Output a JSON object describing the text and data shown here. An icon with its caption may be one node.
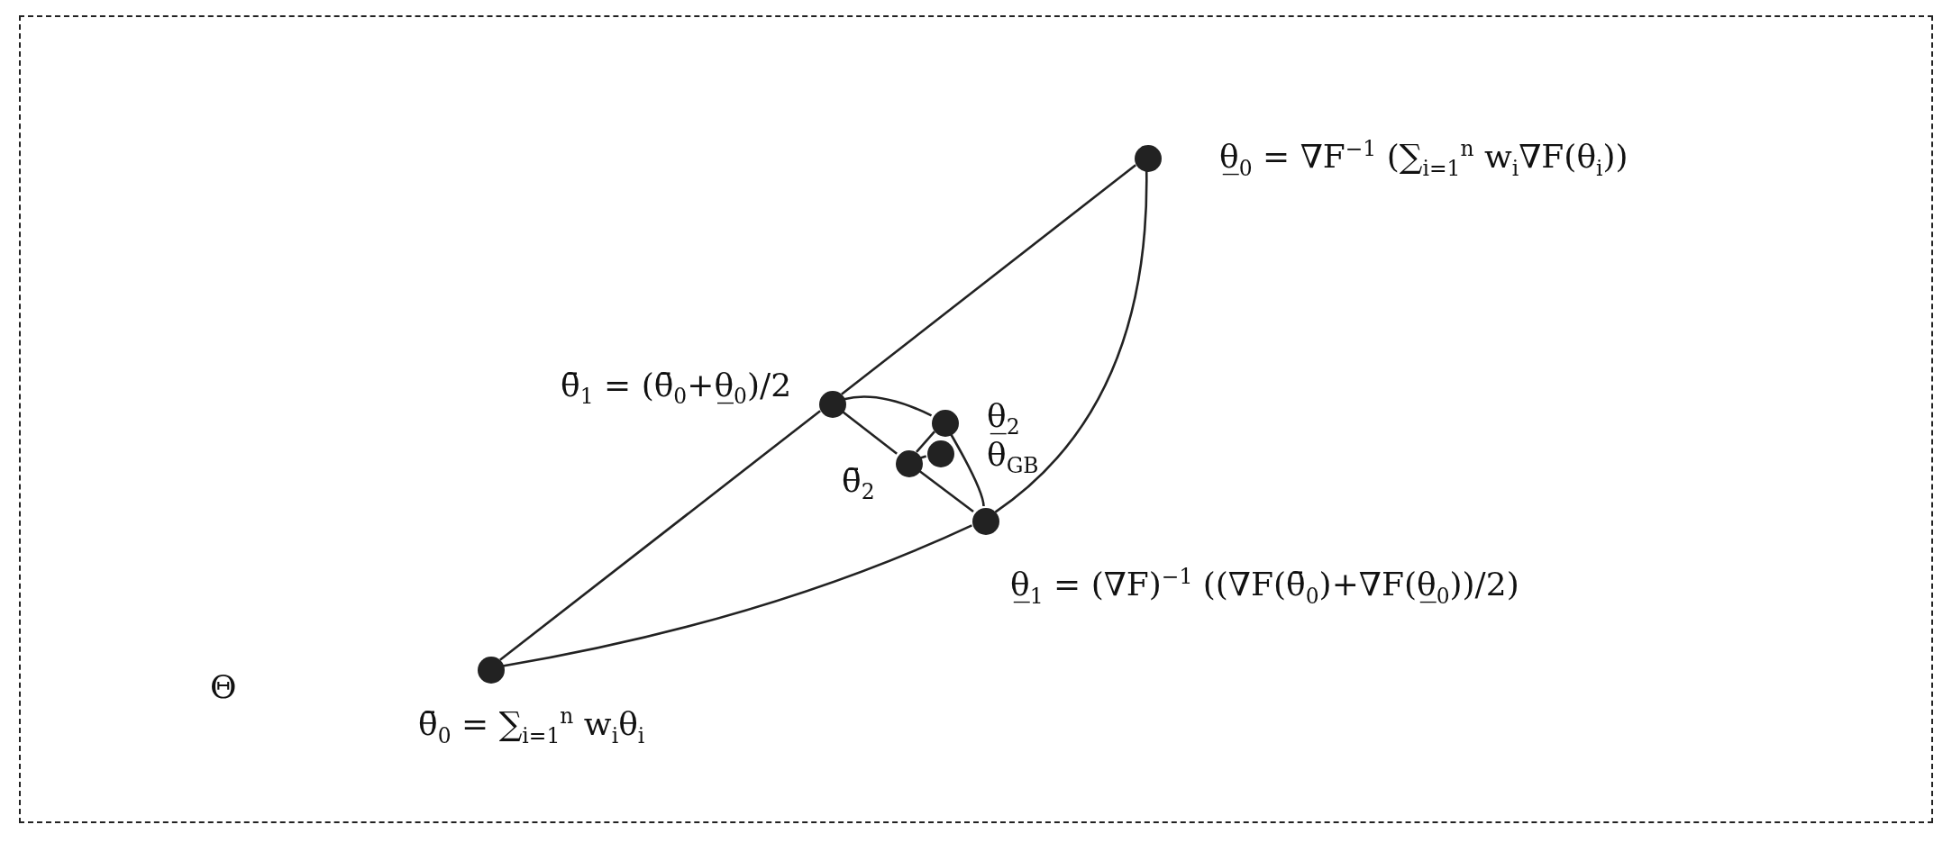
{
  "diagram": {
    "nodes": [
      {
        "text": [
          "Θ"
        ]
      },
      {
        "text": [],
        "shape": "circle",
        "in": 0,
        "beside": [
          "θ̲$_{0}$ = ∇F$^{−1}$ (∑$_{i=1}$$^{n}$ w$_{i}$∇F(θ$_{i}$))"
        ]
      },
      {
        "text": [],
        "shape": "circle",
        "in": 0,
        "beside": [
          "θ̄$_{1}$ = (θ̄$_{0}$+θ̲$_{0}$)/2"
        ]
      },
      {
        "text": [],
        "shape": "circle",
        "in": 0,
        "beside": [
          "θ̲$_{2}$"
        ]
      },
      {
        "text": [],
        "shape": "circle",
        "in": 0,
        "beside": [
          "θ$_{GB}$"
        ]
      },
      {
        "text": [],
        "shape": "circle",
        "in": 0,
        "beside": [
          "θ̄$_{2}$"
        ]
      },
      {
        "text": [],
        "shape": "circle",
        "in": 0,
        "beside": [
          "θ̲$_{1}$ = (∇F)$^{−1}$ ((∇F(θ̄$_{0}$)+∇F(θ̲$_{0}$))/2)"
        ]
      },
      {
        "text": [],
        "shape": "circle",
        "in": 0,
        "beside": [
          "θ̄$_{0}$ = ∑$_{i=1}$$^{n}$ w$_{i}$θ$_{i}$"
        ]
      }
    ],
    "edges": [
      {
        "from": 7,
        "to": 2,
        "arrow": "none"
      },
      {
        "from": 2,
        "to": 1,
        "arrow": "none"
      },
      {
        "from": 1,
        "to": 6,
        "arrow": "none"
      },
      {
        "from": 6,
        "to": 7,
        "arrow": "none"
      },
      {
        "from": 2,
        "to": 5,
        "arrow": "none"
      },
      {
        "from": 5,
        "to": 6,
        "arrow": "none"
      },
      {
        "from": 2,
        "to": 3,
        "arrow": "none"
      },
      {
        "from": 3,
        "to": 6,
        "arrow": "none"
      },
      {
        "from": 5,
        "to": 3,
        "arrow": "none"
      },
      {
        "from": 5,
        "to": 4,
        "arrow": "none"
      }
    ]
  }
}
